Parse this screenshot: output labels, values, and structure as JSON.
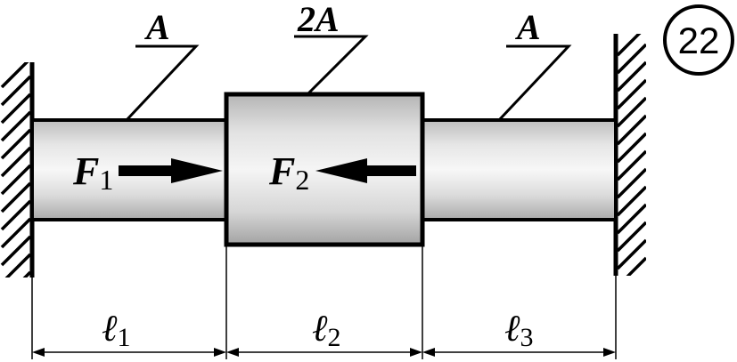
{
  "badge": {
    "number": "22"
  },
  "sections": [
    {
      "area_label": "A"
    },
    {
      "area_label": "2A"
    },
    {
      "area_label": "A"
    }
  ],
  "forces": [
    {
      "symbol": "F",
      "subscript": "1",
      "direction": "right"
    },
    {
      "symbol": "F",
      "subscript": "2",
      "direction": "left"
    }
  ],
  "lengths": [
    {
      "symbol": "ℓ",
      "subscript": "1"
    },
    {
      "symbol": "ℓ",
      "subscript": "2"
    },
    {
      "symbol": "ℓ",
      "subscript": "3"
    }
  ],
  "colors": {
    "shaft_light": "#f4f4f4",
    "shaft_mid": "#c6c6c6",
    "shaft_dark": "#a9a9a9",
    "outline": "#000000"
  }
}
